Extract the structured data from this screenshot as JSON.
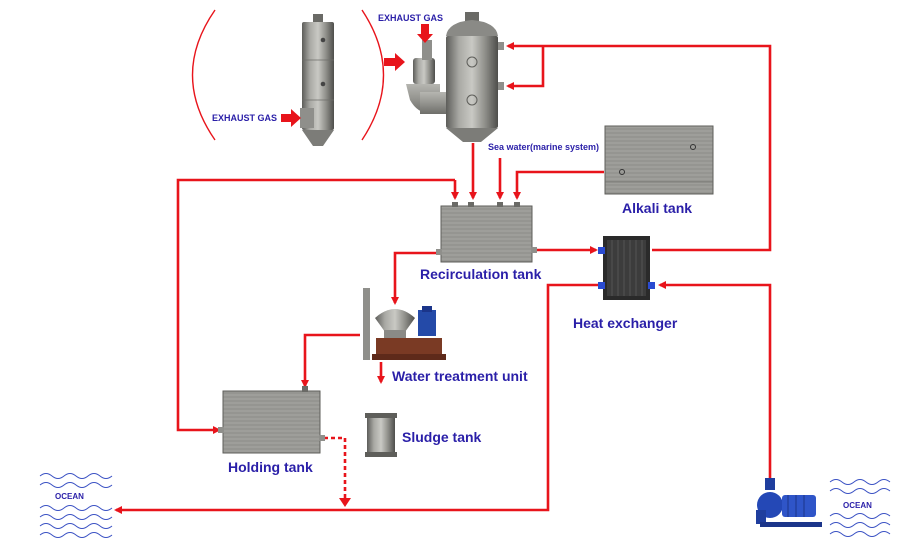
{
  "labels": {
    "exhaust_gas_left": "EXHAUST GAS",
    "exhaust_gas_top": "EXHAUST GAS",
    "sea_water": "Sea water(marine system)",
    "alkali_tank": "Alkali tank",
    "recirculation_tank": "Recirculation tank",
    "heat_exchanger": "Heat exchanger",
    "water_treatment_unit": "Water treatment unit",
    "sludge_tank": "Sludge tank",
    "holding_tank": "Holding tank",
    "ocean_left": "OCEAN",
    "ocean_right": "OCEAN"
  },
  "colors": {
    "pipe": "#e8141b",
    "label": "#2a1fa8",
    "tank_metal": "#8c8c88",
    "wave": "#3b52c4"
  },
  "icons": {
    "scrubber_left": "scrubber-tower-icon",
    "scrubber_right": "scrubber-tower-with-inlet-icon",
    "pump": "sea-water-pump-icon",
    "separator": "centrifugal-separator-icon",
    "heat_exchanger": "plate-heat-exchanger-icon"
  }
}
